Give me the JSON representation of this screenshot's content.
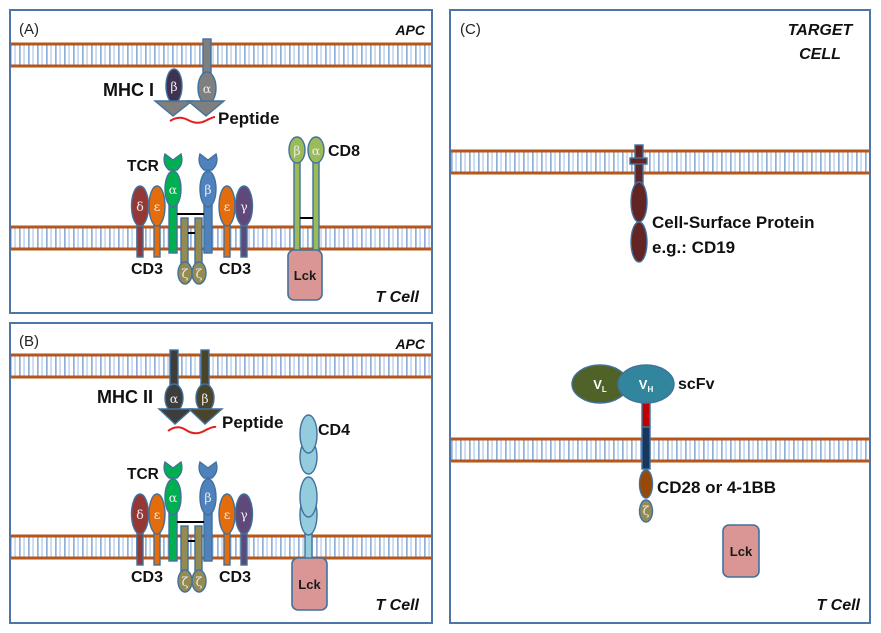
{
  "panels": {
    "a": {
      "label": "(A)",
      "top_cell": "APC",
      "bottom_cell": "T Cell",
      "mhc_label": "MHC I",
      "mhc_chains": [
        "β",
        "α"
      ],
      "peptide": "Peptide",
      "tcr_label": "TCR",
      "tcr_chains": [
        "α",
        "β"
      ],
      "cd3_chains": [
        "δ",
        "ε",
        "ε",
        "γ"
      ],
      "cd3_left": "CD3",
      "cd3_right": "CD3",
      "zeta_chains": [
        "ζ",
        "ζ"
      ],
      "coreceptor": "CD8",
      "coreceptor_chains": [
        "β",
        "α"
      ],
      "lck": "Lck"
    },
    "b": {
      "label": "(B)",
      "top_cell": "APC",
      "bottom_cell": "T Cell",
      "mhc_label": "MHC II",
      "mhc_chains": [
        "α",
        "β"
      ],
      "peptide": "Peptide",
      "tcr_label": "TCR",
      "tcr_chains": [
        "α",
        "β"
      ],
      "cd3_chains": [
        "δ",
        "ε",
        "ε",
        "γ"
      ],
      "cd3_left": "CD3",
      "cd3_right": "CD3",
      "zeta_chains": [
        "ζ",
        "ζ"
      ],
      "coreceptor": "CD4",
      "lck": "Lck"
    },
    "c": {
      "label": "(C)",
      "top_cell_line1": "TARGET",
      "top_cell_line2": "CELL",
      "antigen_line1": "Cell-Surface Protein",
      "antigen_line2": "e.g.: CD19",
      "vl": "V",
      "vl_sub": "L",
      "vh": "V",
      "vh_sub": "H",
      "scfv": "scFv",
      "costim": "CD28 or 4-1BB",
      "zeta": "ζ",
      "lck": "Lck",
      "bottom_cell": "T Cell"
    }
  },
  "colors": {
    "membrane": "#B5561B",
    "mhc1_alpha": "#7F7F7F",
    "mhc1_beta": "#3F3151",
    "mhc2_alpha": "#3D3D3D",
    "mhc2_beta": "#4A452A",
    "peptide": "#E0201F",
    "tcr_alpha": "#00B050",
    "tcr_beta": "#4F81BD",
    "cd3_delta": "#953735",
    "cd3_epsilon": "#E46C0A",
    "cd3_gamma": "#5F497A",
    "zeta": "#948A54",
    "cd8": "#9BBB59",
    "cd4": "#93CDDD",
    "lck": "#D99694",
    "cd19": "#632523",
    "vl": "#4F6228",
    "vh": "#31859C",
    "hinge": "#C00000",
    "transmembrane": "#17375E",
    "costim": "#984807"
  }
}
